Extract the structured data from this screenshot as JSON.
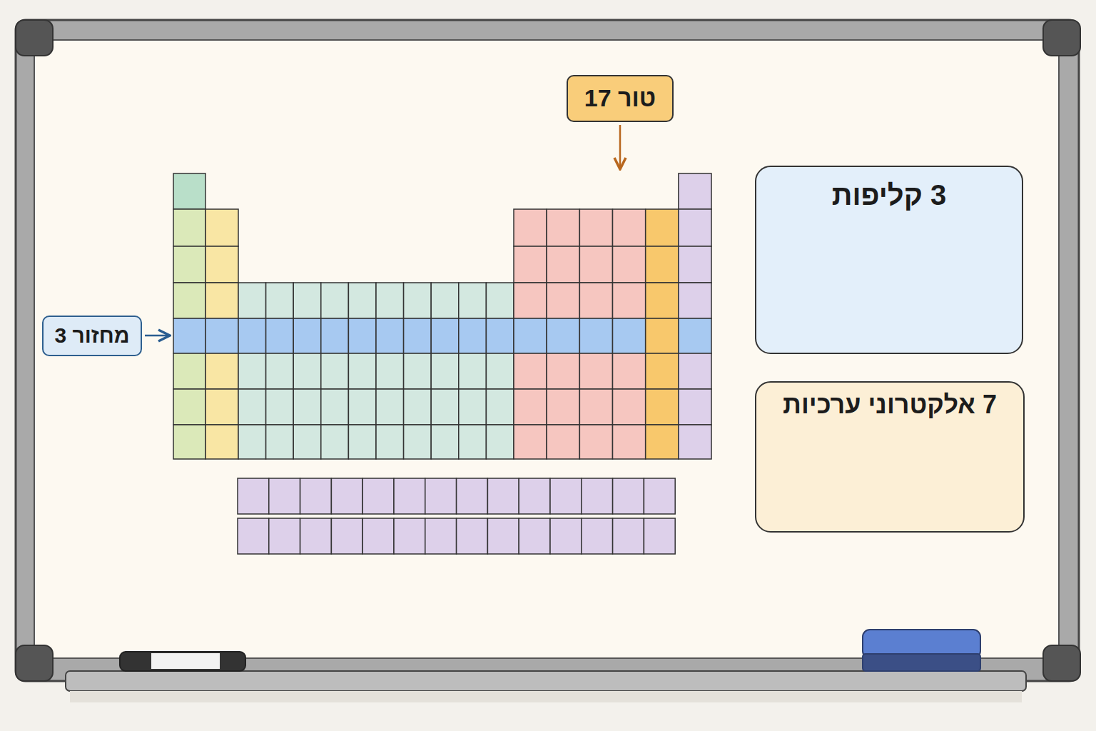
{
  "diagram": {
    "nodes": [
      {
        "text": [
          "טור 17"
        ]
      },
      {
        "text": [
          "3 קליפות"
        ]
      },
      {
        "text": [
          "מחזור 3"
        ]
      },
      {
        "text": [
          "7 אלקטרוני ערכיות"
        ]
      }
    ]
  }
}
